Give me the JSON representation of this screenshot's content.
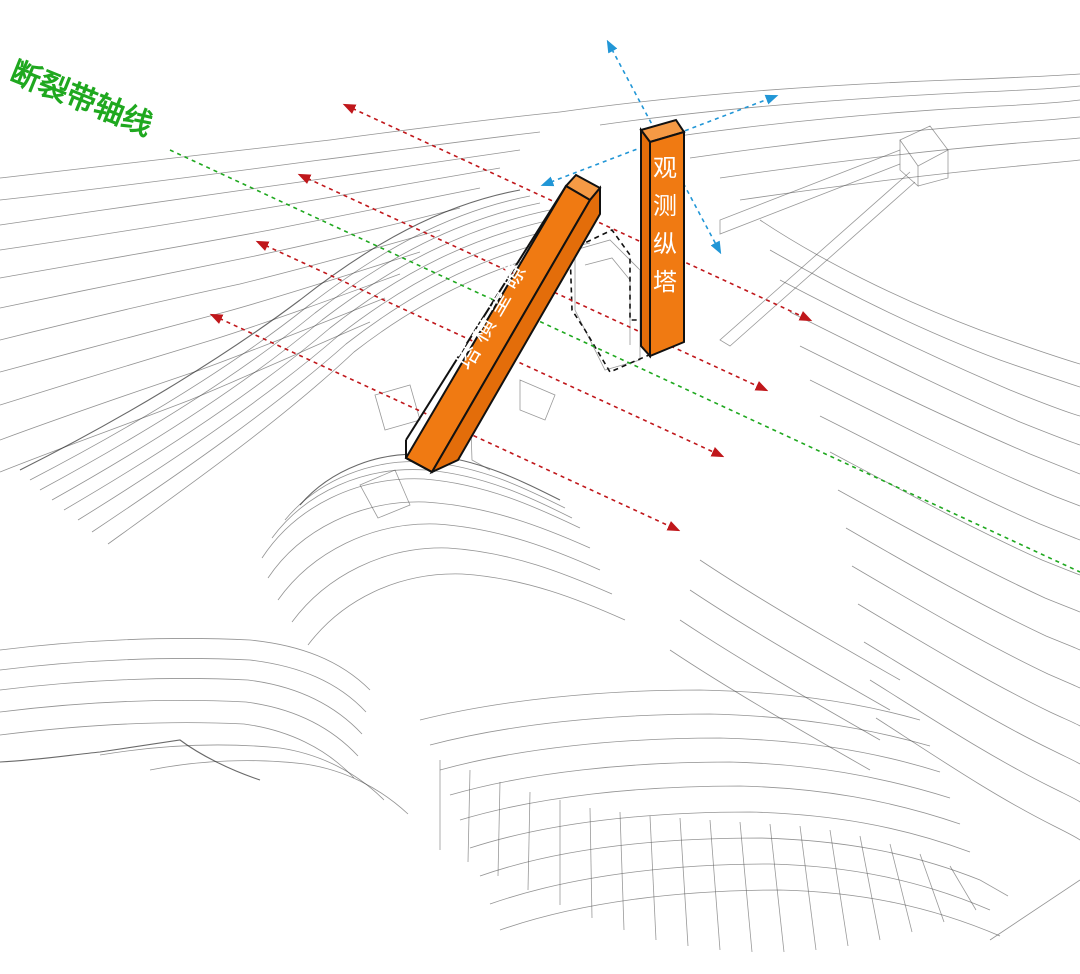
{
  "diagram": {
    "fault_axis": {
      "label": "断裂带轴线",
      "color": "#1fa81f"
    },
    "towers": [
      {
        "name": "lookout-horizontal-tower",
        "label_chars": [
          "瞭",
          "望",
          "横",
          "塔"
        ],
        "fill": "#f07a12"
      },
      {
        "name": "observation-vertical-tower",
        "label_chars": [
          "观",
          "测",
          "纵",
          "塔"
        ],
        "fill": "#f07a12"
      }
    ],
    "colors": {
      "red_arrow": "#c0171b",
      "blue_arrow": "#2196d6",
      "outline": "#111111",
      "terrain": "#3a3a3a"
    },
    "red_arrow_count": 4,
    "blue_arrow_count": 2
  }
}
